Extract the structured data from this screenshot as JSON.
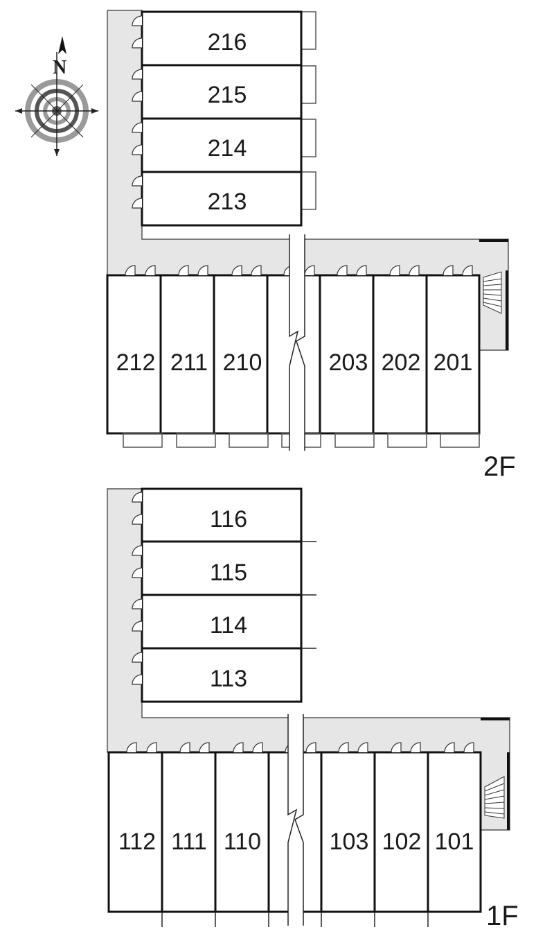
{
  "compass": {
    "north_label": "N"
  },
  "floors": {
    "second": {
      "label": "2F",
      "wing_units": [
        "216",
        "215",
        "214",
        "213"
      ],
      "row_units": [
        "212",
        "211",
        "210",
        "203",
        "202",
        "201"
      ]
    },
    "first": {
      "label": "1F",
      "wing_units": [
        "116",
        "115",
        "114",
        "113"
      ],
      "row_units": [
        "112",
        "111",
        "110",
        "103",
        "102",
        "101"
      ]
    }
  },
  "colors": {
    "corridor": "#e6e6e6",
    "wall": "#111111",
    "outline": "#555555"
  }
}
